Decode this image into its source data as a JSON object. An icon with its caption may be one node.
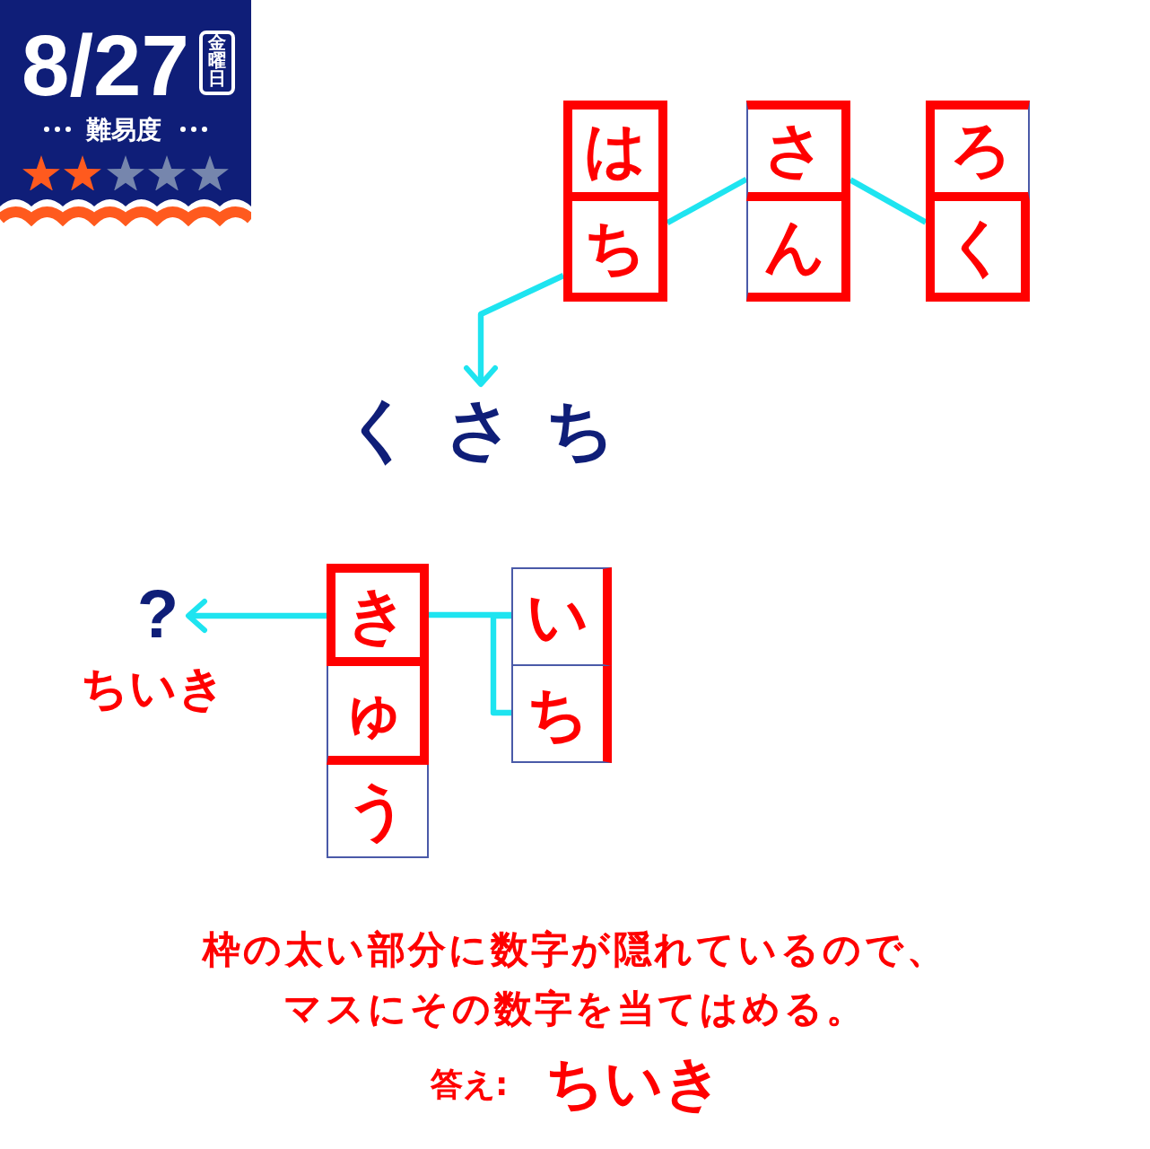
{
  "diagram": {
    "nodes": [
      {
        "text": [
          "8/27",
          "難易度"
        ]
      },
      {
        "text": [
          "金曜日"
        ],
        "in": 0
      },
      {
        "text": [
          "は"
        ]
      },
      {
        "text": [
          "ち"
        ]
      },
      {
        "text": [
          "さ"
        ]
      },
      {
        "text": [
          "ん"
        ]
      },
      {
        "text": [
          "ろ"
        ]
      },
      {
        "text": [
          "く"
        ]
      },
      {
        "text": [
          "くさち"
        ]
      },
      {
        "text": [
          "?"
        ],
        "beside": [
          "ちいき"
        ]
      },
      {
        "text": [
          "き"
        ]
      },
      {
        "text": [
          "ゅ"
        ]
      },
      {
        "text": [
          "う"
        ]
      },
      {
        "text": [
          "い"
        ]
      },
      {
        "text": [
          "ち"
        ]
      }
    ],
    "edges": [
      {
        "from": 7,
        "to": 4,
        "arrow": "none"
      },
      {
        "from": 4,
        "to": 3,
        "arrow": "none"
      },
      {
        "from": 3,
        "to": 8,
        "arrow": "to"
      },
      {
        "from": 14,
        "to": 13,
        "arrow": "none"
      },
      {
        "from": 13,
        "to": 10,
        "arrow": "none"
      },
      {
        "from": 10,
        "to": 9,
        "arrow": "to"
      }
    ],
    "labels": [
      "枠の太い部分に数字が隠れているので、マスにその数字を当てはめる。",
      "答え:",
      "ちいき"
    ]
  }
}
